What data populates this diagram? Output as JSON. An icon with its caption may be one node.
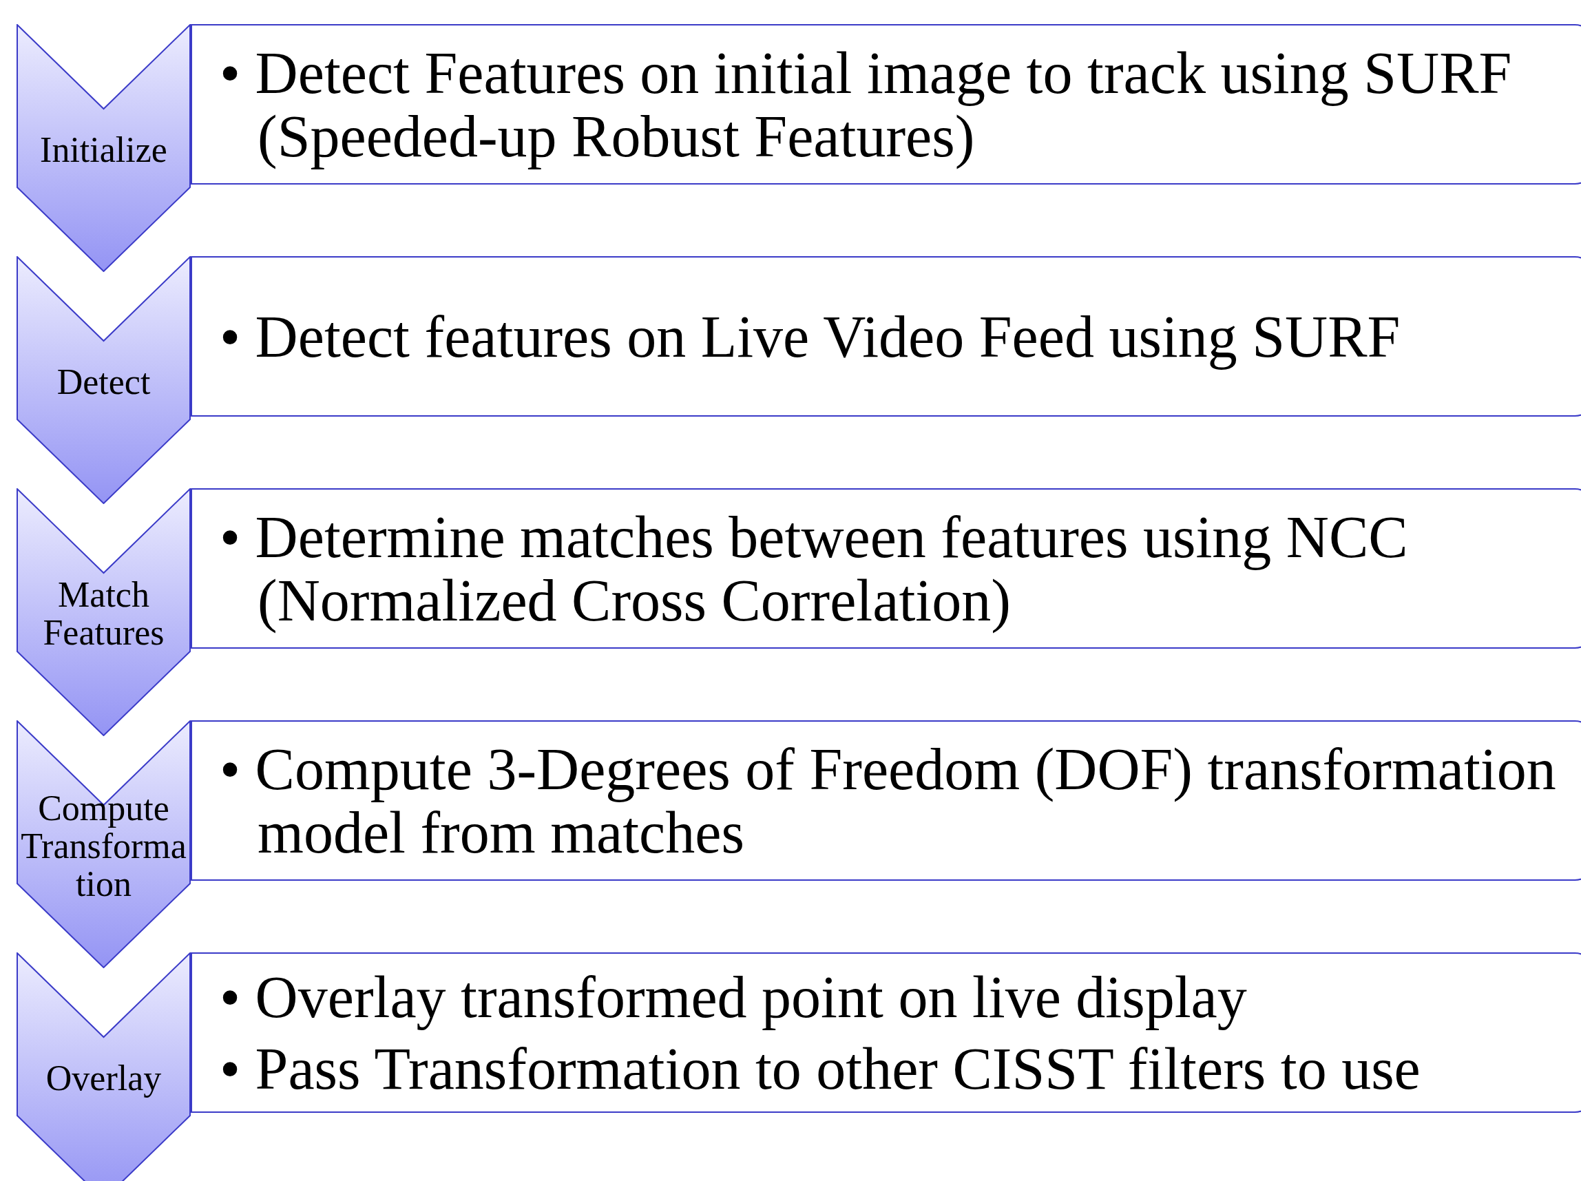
{
  "diagram": {
    "nodes": [
      {
        "text": [
          "Initialize"
        ]
      },
      {
        "text": [
          "• Detect Features on initial image to track using SURF (Speeded-up Robust Features)"
        ]
      },
      {
        "text": [
          "Detect"
        ]
      },
      {
        "text": [
          "• Detect features on Live Video Feed using SURF"
        ]
      },
      {
        "text": [
          "Match Features"
        ]
      },
      {
        "text": [
          "• Determine matches between features using NCC (Normalized Cross Correlation)"
        ]
      },
      {
        "text": [
          "Compute Transformation"
        ]
      },
      {
        "text": [
          "• Compute 3-Degrees of Freedom (DOF) transformation model from matches"
        ]
      },
      {
        "text": [
          "Overlay"
        ]
      },
      {
        "text": [
          "• Overlay transformed point on live display",
          "• Pass Transformation to other CISST filters to use"
        ]
      }
    ]
  }
}
